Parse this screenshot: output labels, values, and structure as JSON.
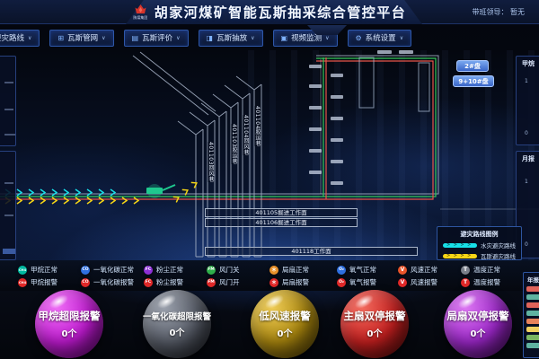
{
  "header": {
    "logo_text": "陕煤集团",
    "title": "胡家河煤矿智能瓦斯抽采综合管控平台",
    "duty_label": "带班领导：",
    "duty_value": "暂无"
  },
  "nav": {
    "chevron": "∨",
    "items": [
      {
        "label": "避灾路线",
        "icon": "route-icon",
        "glyph": ""
      },
      {
        "label": "瓦斯管网",
        "icon": "pipeline-icon",
        "glyph": "⊞"
      },
      {
        "label": "瓦斯评价",
        "icon": "evaluate-icon",
        "glyph": "▤"
      },
      {
        "label": "瓦斯抽放",
        "icon": "extract-icon",
        "glyph": "◨"
      },
      {
        "label": "视频监测",
        "icon": "video-icon",
        "glyph": "▣"
      },
      {
        "label": "系统设置",
        "icon": "settings-icon",
        "glyph": "⚙"
      }
    ]
  },
  "map": {
    "panel_buttons": [
      "2#盘",
      "9+10#盘"
    ],
    "vertical_tunnel_labels": [
      "401103回风巷",
      "401103胶运巷",
      "401104回风巷",
      "401104胶运巷"
    ],
    "horizontal_tunnel_labels": [
      "401105掘进工作面",
      "401106掘进工作面",
      "401118工作面"
    ],
    "route_legend": {
      "title": "避灾路线图例",
      "items": [
        {
          "label": "水灾避灾路线",
          "color": "#17e0e8"
        },
        {
          "label": "瓦斯避灾路线",
          "color": "#f5d516"
        }
      ]
    },
    "colors": {
      "water_route": "#17e0e8",
      "gas_route": "#f5d516",
      "green_line": "#37c85a",
      "red_line": "#e8564a",
      "machine": "#1fc98e"
    }
  },
  "side_panels": {
    "right_top_title": "甲烷",
    "right_top_ticks": [
      "1",
      "0"
    ],
    "right_bottom_title": "月报",
    "right_bottom_ticks": [
      "1",
      "0"
    ],
    "year_panel_title": "年报",
    "year_chip_colors": [
      "#e0635a",
      "#5fb3a1",
      "#e0635a",
      "#5fb3a1",
      "#e8835a",
      "#f0d060",
      "#7ab661",
      "#5fb3a1"
    ]
  },
  "legend": {
    "normal_row": [
      {
        "code": "CH4",
        "label": "甲烷正常",
        "color": "#00b9a0"
      },
      {
        "code": "CO",
        "label": "一氧化碳正常",
        "color": "#2e6fe0"
      },
      {
        "code": "FC",
        "label": "粉尘正常",
        "color": "#8d2fd6"
      },
      {
        "code": "FM",
        "label": "风门关",
        "color": "#2fae4a"
      },
      {
        "code": "＊",
        "label": "局扇正常",
        "color": "#e8902a"
      },
      {
        "code": "O₂",
        "label": "氧气正常",
        "color": "#2e6fe0"
      },
      {
        "code": "V",
        "label": "风速正常",
        "color": "#e8542a"
      },
      {
        "code": "T",
        "label": "温度正常",
        "color": "#7a7f8a"
      }
    ],
    "alarm_row": [
      {
        "code": "CH4",
        "label": "甲烷报警",
        "color": "#e02828"
      },
      {
        "code": "CO",
        "label": "一氧化碳报警",
        "color": "#e02828"
      },
      {
        "code": "FC",
        "label": "粉尘报警",
        "color": "#e02828"
      },
      {
        "code": "FM",
        "label": "风门开",
        "color": "#e02828"
      },
      {
        "code": "＊",
        "label": "局扇报警",
        "color": "#e02828"
      },
      {
        "code": "O₂",
        "label": "氧气报警",
        "color": "#e02828"
      },
      {
        "code": "V",
        "label": "风速报警",
        "color": "#e02828"
      },
      {
        "code": "T",
        "label": "温度报警",
        "color": "#e02828"
      }
    ]
  },
  "alarm_spheres": [
    {
      "label": "甲烷超限报警",
      "count": "0个",
      "colors": [
        "#ee6cf5",
        "#bf1ad0",
        "#6e0a80"
      ]
    },
    {
      "label": "一氧化碳超限报警",
      "count": "0个",
      "colors": [
        "#9aa0ac",
        "#565b66",
        "#1f2229"
      ]
    },
    {
      "label": "低风速报警",
      "count": "0个",
      "colors": [
        "#eecb54",
        "#a8850e",
        "#5a4709"
      ]
    },
    {
      "label": "主扇双停报警",
      "count": "0个",
      "colors": [
        "#f2695c",
        "#c41f1f",
        "#5e0d0d"
      ]
    },
    {
      "label": "局扇双停报警",
      "count": "0个",
      "colors": [
        "#dc76f2",
        "#9c27c9",
        "#4a0d63"
      ]
    }
  ]
}
